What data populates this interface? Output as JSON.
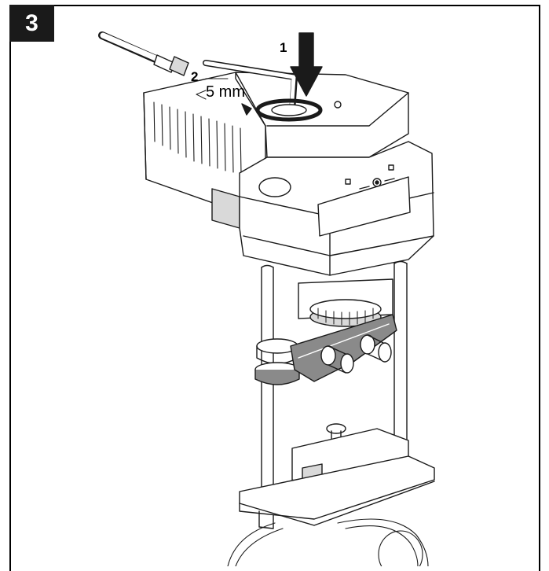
{
  "step": {
    "number": "3"
  },
  "callouts": {
    "step_1": "1",
    "step_2": "2",
    "key_size": "5 mm"
  },
  "colors": {
    "line": "#1a1a1a",
    "body_fill": "#ffffff",
    "shade": "#d9d9d9",
    "dark_shade": "#8a8a8a"
  }
}
